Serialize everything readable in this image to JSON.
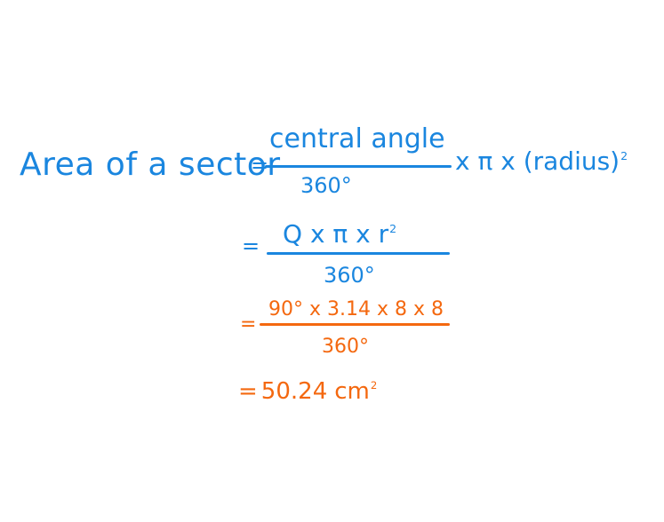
{
  "colors": {
    "step_blue": "#1a86df",
    "step_orange": "#f4680f",
    "background": "#ffffff"
  },
  "formula": {
    "label": "Area of a sector",
    "equals": "=",
    "numerator": "central angle",
    "denominator": "360°",
    "multiplier": "x π x (radius)",
    "exponent": "2"
  },
  "step1": {
    "equals": "=",
    "numerator_main": "Q x π x r",
    "numerator_exponent": "2",
    "denominator": "360°"
  },
  "step2": {
    "equals": "=",
    "numerator": "90° x 3.14 x 8 x 8",
    "denominator": "360°"
  },
  "result": {
    "equals": "=",
    "value": "50.24",
    "unit": "cm",
    "unit_exponent": "2"
  }
}
